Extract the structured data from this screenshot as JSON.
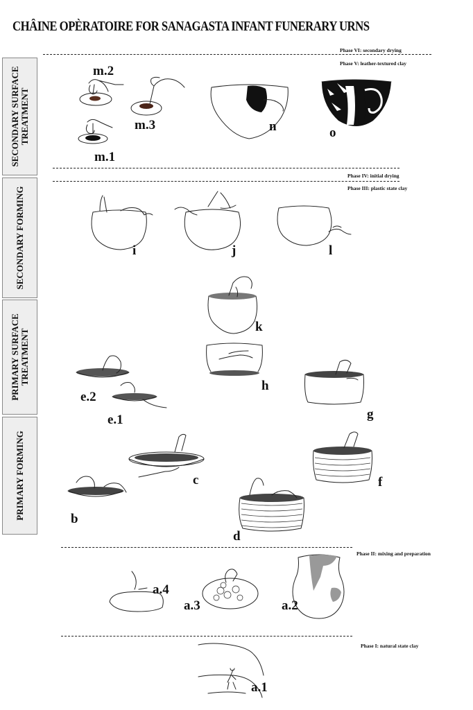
{
  "title": "CHÂINE OPÈRATOIRE FOR SANAGASTA INFANT FUNERARY URNS",
  "stages": {
    "secondary_surface": "SECONDARY SURFACE TREATMENT",
    "secondary_forming": "SECONDARY FORMING",
    "primary_surface": "PRIMARY SURFACE TREATMENT",
    "primary_forming": "PRIMARY FORMING"
  },
  "phases": {
    "p6": "Phase VI: secondary drying",
    "p5": "Phase V: leather-textured clay",
    "p4": "Phase IV: initial drying",
    "p3": "Phase III: plastic state clay",
    "p2": "Phase II: mixing and preparation",
    "p1": "Phase I: natural state clay"
  },
  "labels": {
    "m2": "m.2",
    "m3": "m.3",
    "m1": "m.1",
    "n": "n",
    "o": "o",
    "i": "i",
    "j": "j",
    "l": "l",
    "k": "k",
    "h": "h",
    "e2": "e.2",
    "e1": "e.1",
    "g": "g",
    "c": "c",
    "f": "f",
    "b": "b",
    "d": "d",
    "a4": "a.4",
    "a3": "a.3",
    "a2": "a.2",
    "a1": "a.1"
  },
  "colors": {
    "ink": "#222222",
    "stage_box": "#eeeeee",
    "fill_gray": "#999999"
  },
  "icons": {
    "figure_type": "line-drawing",
    "subjects": [
      "hands-shaping-pot",
      "painted-urn",
      "clay-lump",
      "coil-built-pot",
      "landscape-with-digger"
    ]
  }
}
